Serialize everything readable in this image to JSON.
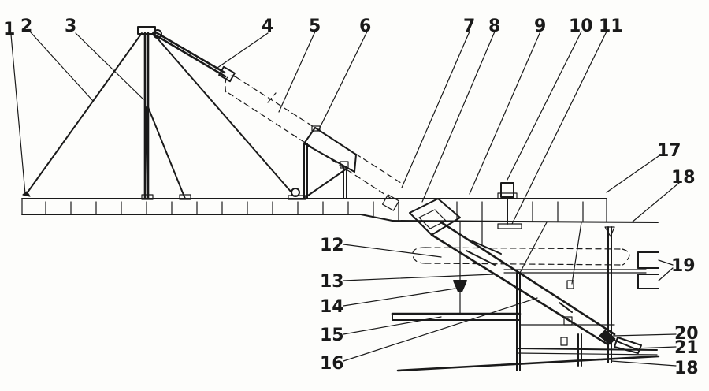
{
  "labels": {
    "n1": "1",
    "n2": "2",
    "n3": "3",
    "n4": "4",
    "n5": "5",
    "n6": "6",
    "n7": "7",
    "n8": "8",
    "n9": "9",
    "n10": "10",
    "n11": "11",
    "n12": "12",
    "n13": "13",
    "n14": "14",
    "n15": "15",
    "n16": "16",
    "n17": "17",
    "n18a": "18",
    "n19": "19",
    "n20": "20",
    "n21": "21",
    "n18b": "18"
  }
}
